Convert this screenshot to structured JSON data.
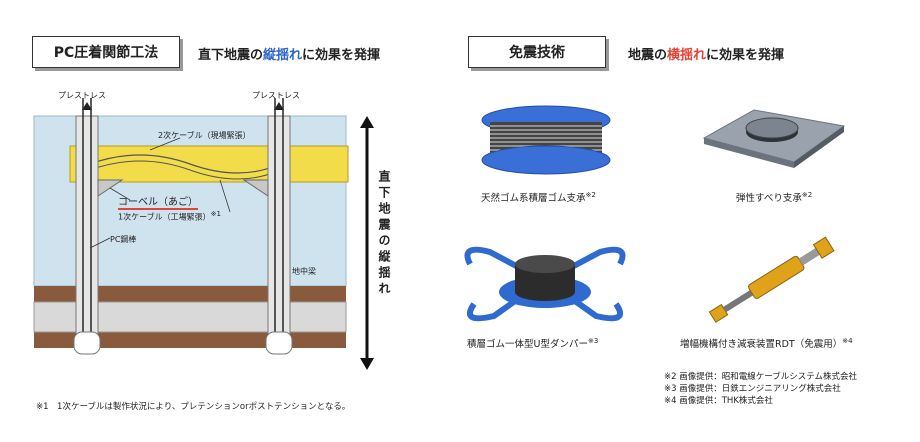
{
  "left": {
    "title": "PC圧着関節工法",
    "lead_pre": "直下地震の",
    "lead_highlight": "縦揺れ",
    "lead_post": "に効果を発揮",
    "labels": {
      "prestress_left": "プレストレス",
      "prestress_right": "プレストレス",
      "cable2": "2次ケーブル（現場緊張）",
      "corbel": "コーベル（あご）",
      "cable1": "1次ケーブル（工場緊張）",
      "cable1_mark": "※1",
      "pc_bar": "PC鋼棒",
      "ground_beam": "地中梁",
      "vertical": "直下地震の縦揺れ"
    },
    "footnote": "※1　1次ケーブルは製作状況により、プレテンションorポストテンションとなる。"
  },
  "right": {
    "title": "免震技術",
    "lead_pre": "地震の",
    "lead_highlight": "横揺れ",
    "lead_post": "に効果を発揮",
    "items": [
      {
        "label": "天然ゴム系積層ゴム支承",
        "mark": "※2"
      },
      {
        "label": "弾性すべり支承",
        "mark": "※2"
      },
      {
        "label": "積層ゴム一体型U型ダンパー",
        "mark": "※3"
      },
      {
        "label": "増幅機構付き減衰装置RDT（免震用）",
        "mark": "※4"
      }
    ],
    "credits": [
      "※2 画像提供：昭和電線ケーブルシステム株式会社",
      "※3 画像提供：日鉄エンジニアリング株式会社",
      "※4 画像提供：THK株式会社"
    ]
  },
  "colors": {
    "highlight_blue": "#2b63c7",
    "highlight_red": "#e0453a",
    "beam_yellow": "#f2dc4a",
    "sky_blue": "#cfe3ef",
    "soil_brown": "#8a5a3c"
  }
}
